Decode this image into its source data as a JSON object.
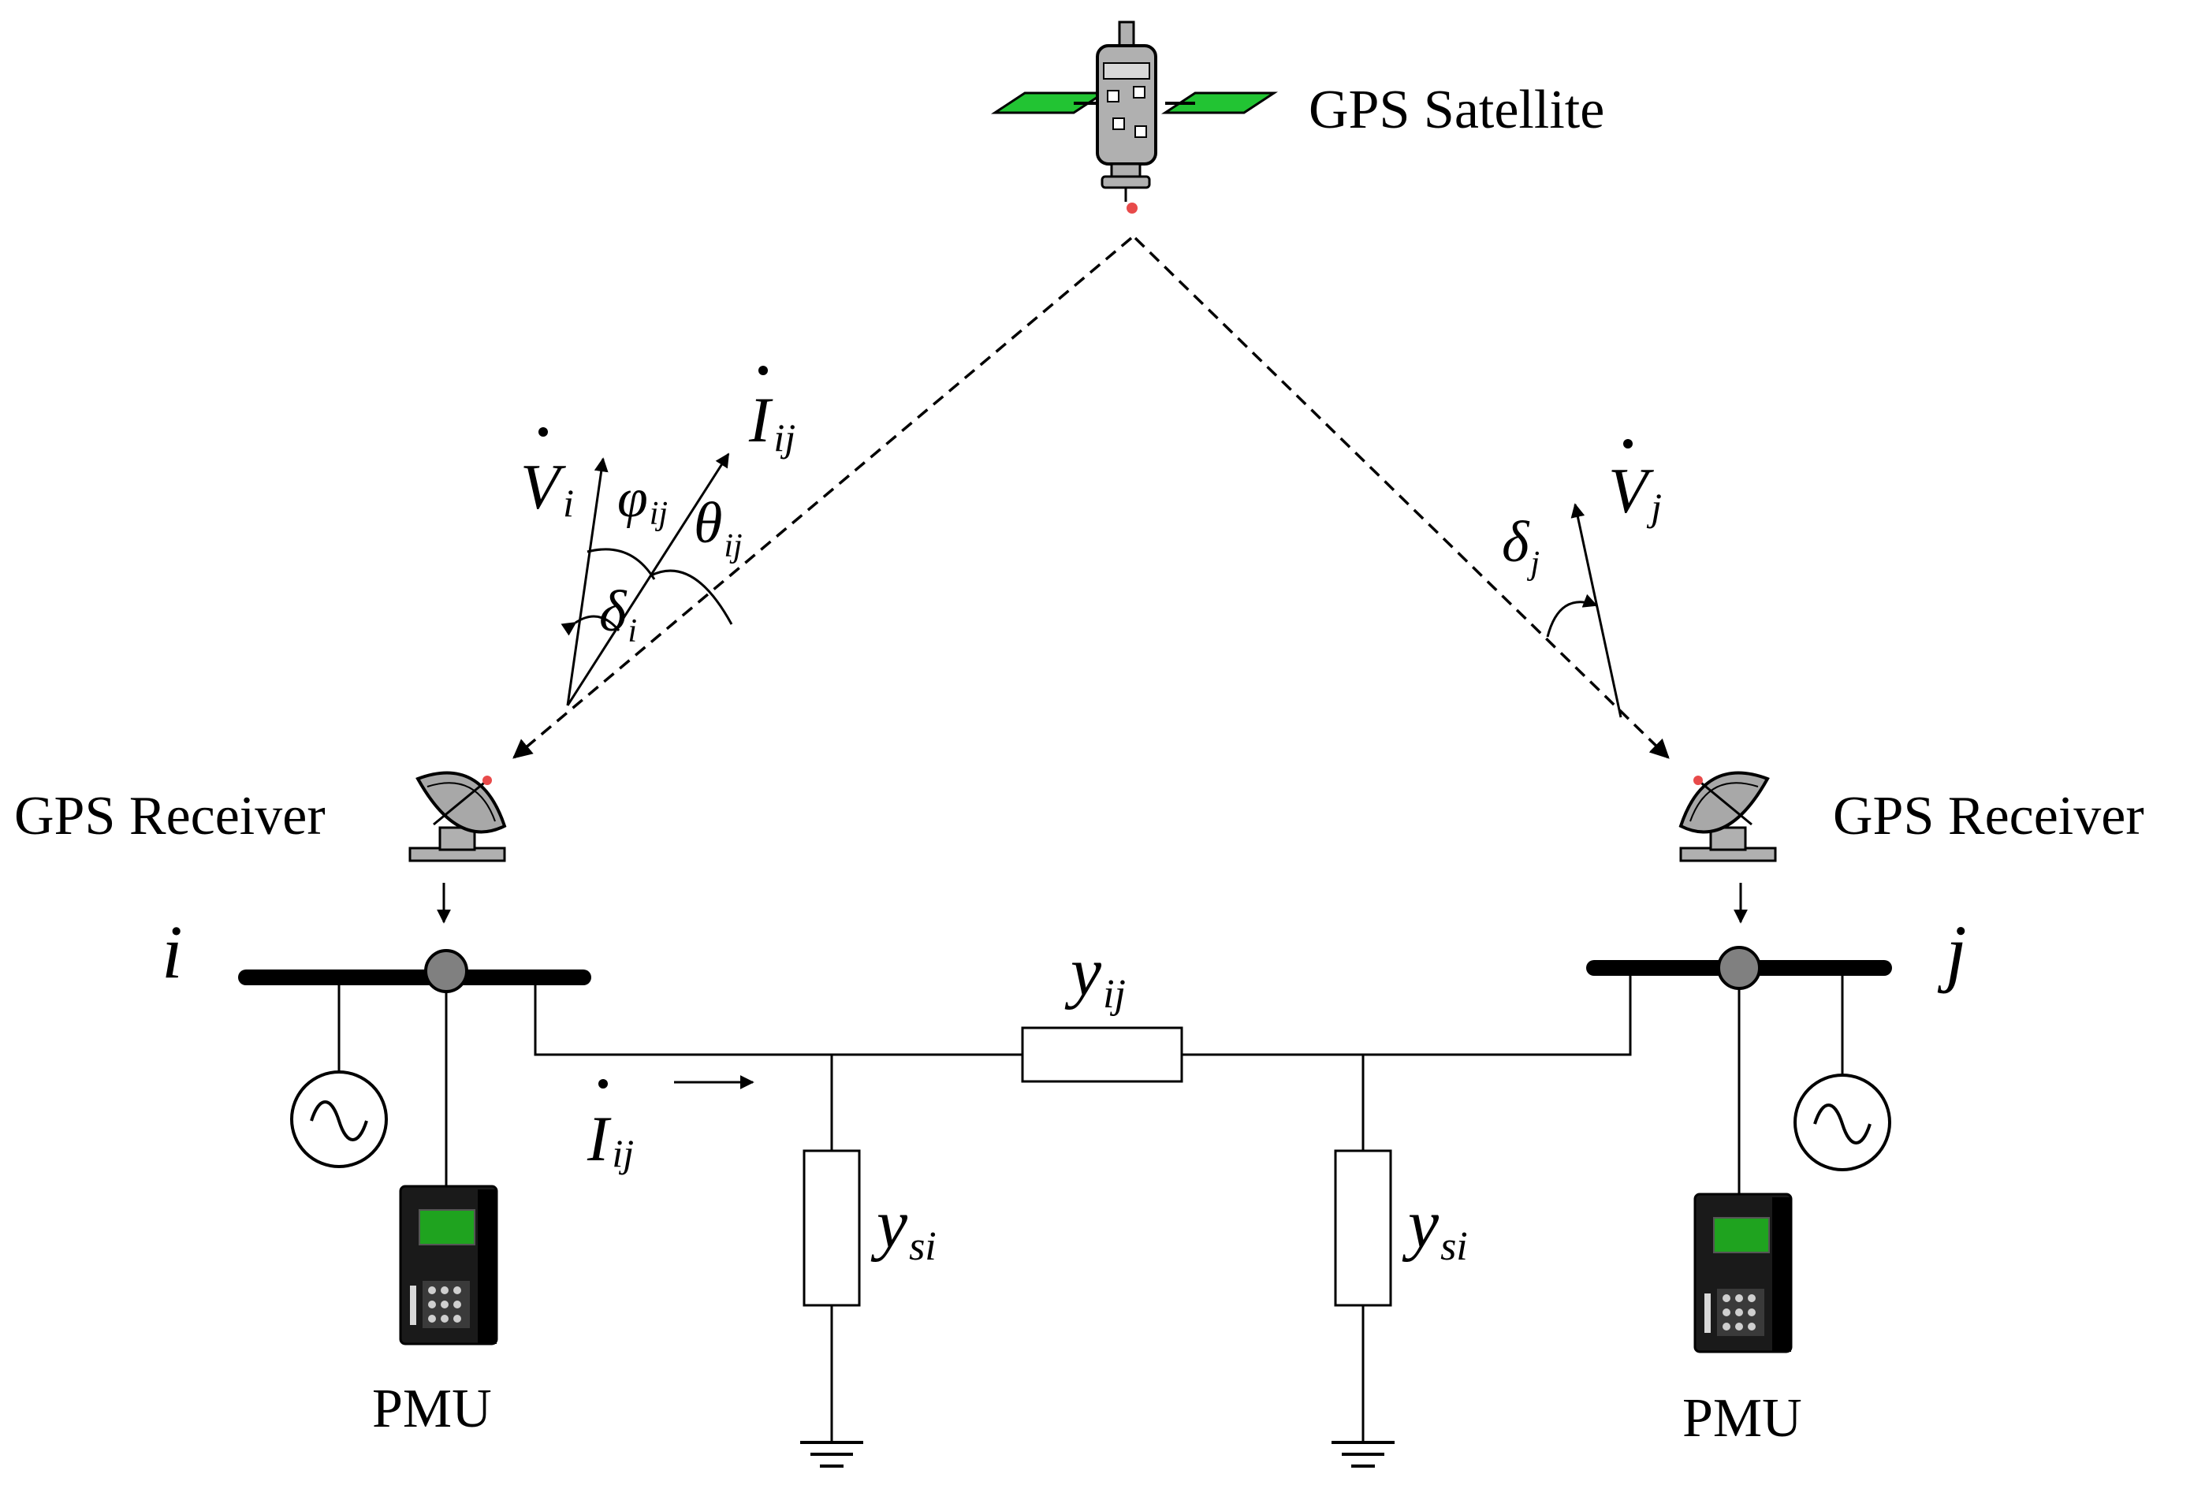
{
  "labels": {
    "satellite": "GPS Satellite",
    "receiver_left": "GPS Receiver",
    "receiver_right": "GPS Receiver",
    "pmu_left": "PMU",
    "pmu_right": "PMU",
    "bus_i": "i",
    "bus_j": "j"
  },
  "phasor_labels": {
    "v_i": {
      "main": "V",
      "sub": "i"
    },
    "i_ij_top": {
      "main": "I",
      "sub": "ij"
    },
    "phi_ij": {
      "main": "φ",
      "sub": "ij"
    },
    "theta_ij": {
      "main": "θ",
      "sub": "ij"
    },
    "delta_i": {
      "main": "δ",
      "sub": "i"
    },
    "v_j": {
      "main": "V",
      "sub": "j"
    },
    "delta_j": {
      "main": "δ",
      "sub": "j"
    }
  },
  "circuit_labels": {
    "y_ij": {
      "main": "y",
      "sub": "ij"
    },
    "i_ij_line": {
      "main": "I",
      "sub": "ij"
    },
    "y_si_left": {
      "main": "y",
      "sub": "si"
    },
    "y_si_right": {
      "main": "y",
      "sub": "si"
    }
  },
  "colors": {
    "solar_panel": "#22c433",
    "pmu_screen": "#1fa31f",
    "pmu_body": "#1a1a1a",
    "node": "#808080",
    "satellite_body": "#b0b0b0",
    "beacon": "#e84a4a"
  },
  "icons": [
    "satellite-icon",
    "satellite-dish-icon",
    "ac-source-icon",
    "pmu-device-icon",
    "ground-icon"
  ]
}
